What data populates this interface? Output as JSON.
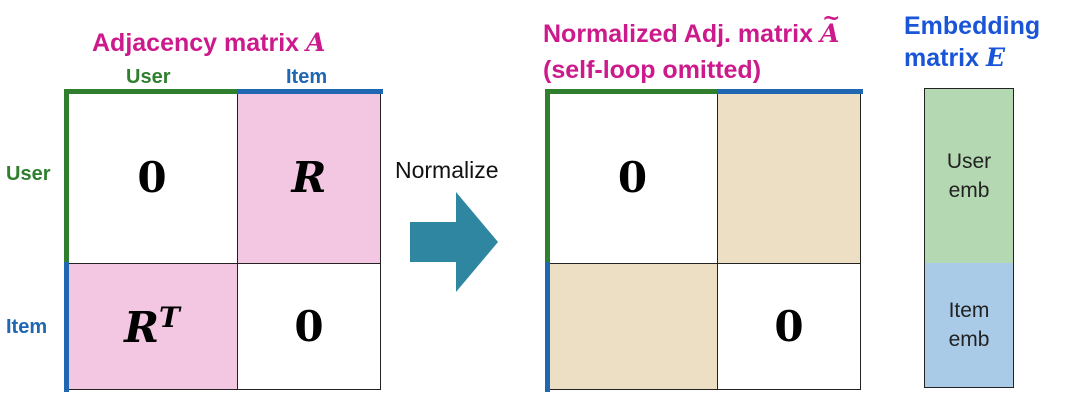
{
  "left": {
    "title": "Adjacency matrix",
    "title_symbol": "A",
    "col_headers": [
      "User",
      "Item"
    ],
    "row_headers": [
      "User",
      "Item"
    ],
    "cells": {
      "top_left": "0",
      "top_right": "R",
      "bottom_left_base": "R",
      "bottom_left_sup": "T",
      "bottom_right": "0"
    }
  },
  "arrow": {
    "label": "Normalize"
  },
  "middle": {
    "title_line1": "Normalized Adj. matrix",
    "title_symbol": "A",
    "title_symbol_accent": "~",
    "title_line2": "(self-loop omitted)",
    "cells": {
      "top_left": "0",
      "bottom_right": "0"
    }
  },
  "right": {
    "title_line1": "Embedding",
    "title_line2_prefix": "matrix",
    "title_symbol": "E",
    "user_block": [
      "User",
      "emb"
    ],
    "item_block": [
      "Item",
      "emb"
    ]
  },
  "colors": {
    "magenta_title": "#cc1a8c",
    "blue_title": "#1a55d8",
    "user_green": "#2f7f2f",
    "item_blue": "#1f66b3",
    "pink_fill": "#f3c6e2",
    "beige_fill": "#ecdfc4",
    "arrow": "#2e86a0",
    "user_emb": "#b4d8b2",
    "item_emb": "#a9cbe8"
  }
}
